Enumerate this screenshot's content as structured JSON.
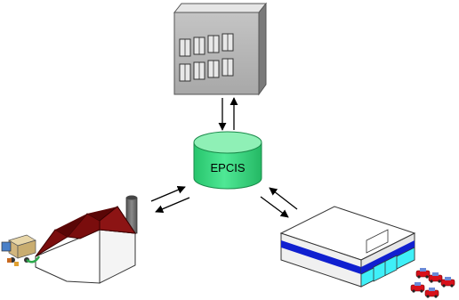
{
  "diagram": {
    "hub_label": "EPCIS",
    "nodes": [
      "office-building",
      "factory",
      "warehouse"
    ],
    "links": [
      {
        "from": "office-building",
        "to": "epcis-database",
        "direction": "bidirectional"
      },
      {
        "from": "factory",
        "to": "epcis-database",
        "direction": "bidirectional"
      },
      {
        "from": "warehouse",
        "to": "epcis-database",
        "direction": "bidirectional"
      }
    ],
    "colors": {
      "hub_fill": "#2fd27a",
      "hub_top": "#8ff0b6",
      "factory_roof": "#7a0d0d",
      "warehouse_band": "#1020d0",
      "warehouse_cyan": "#3ff0f8",
      "car_red": "#d8101a",
      "building_gray": "#b8b8b8"
    }
  }
}
